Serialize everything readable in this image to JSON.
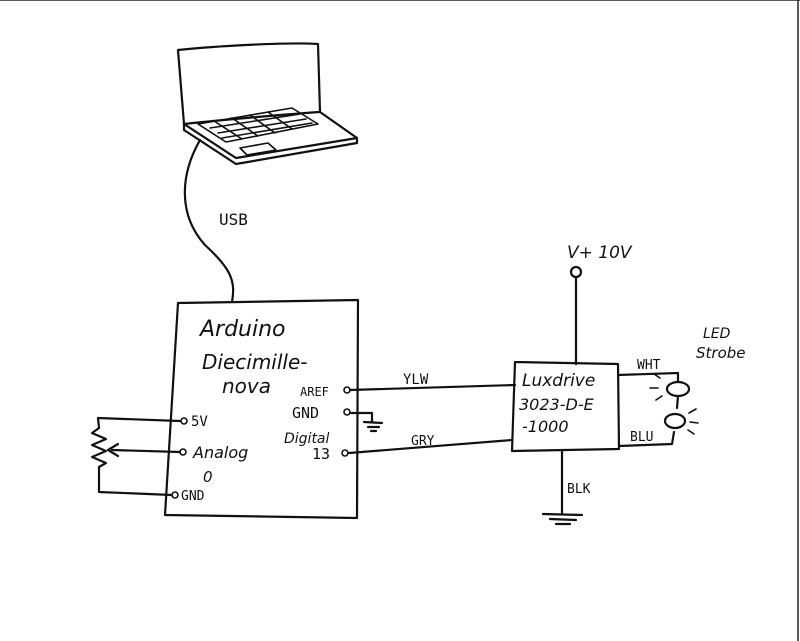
{
  "labels": {
    "usb": "USB",
    "supply": "V+ 10V",
    "arduino_line1": "Arduino",
    "arduino_line2": "Diecimille-",
    "arduino_line3": "nova",
    "pin_aref": "AREF",
    "pin_gnd_right": "GND",
    "pin_digital_line1": "Digital",
    "pin_digital_line2": "13",
    "pin_5v": "5V",
    "pin_analog_line1": "Analog",
    "pin_analog_line2": "0",
    "pin_gnd_left": "GND",
    "wire_ylw": "YLW",
    "wire_gry": "GRY",
    "luxdrive_line1": "Luxdrive",
    "luxdrive_line2": "3023-D-E",
    "luxdrive_line3": "-1000",
    "wire_wht": "WHT",
    "wire_blu": "BLU",
    "wire_blk": "BLK",
    "led_line1": "LED",
    "led_line2": "Strobe"
  }
}
